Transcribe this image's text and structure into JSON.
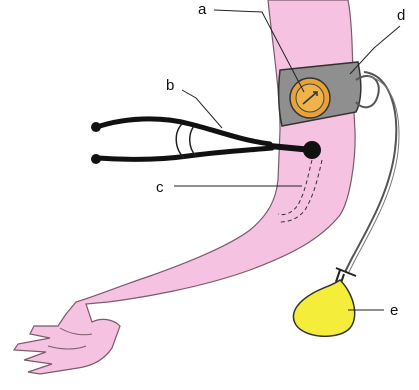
{
  "labels": {
    "a": "a",
    "b": "b",
    "c": "c",
    "d": "d",
    "e": "e"
  },
  "colors": {
    "arm_fill": "#f6c2e1",
    "arm_stroke": "#7a5a6a",
    "cuff_fill": "#8f8f8f",
    "gauge_fill": "#e8a23a",
    "gauge_dial": "#f0b24a",
    "bulb_fill": "#f4ee3a",
    "line": "#222222",
    "stethoscope": "#111111"
  },
  "icons": {
    "gauge": "pressure-gauge-icon",
    "bulb": "inflation-bulb-icon",
    "stethoscope": "stethoscope-icon"
  }
}
